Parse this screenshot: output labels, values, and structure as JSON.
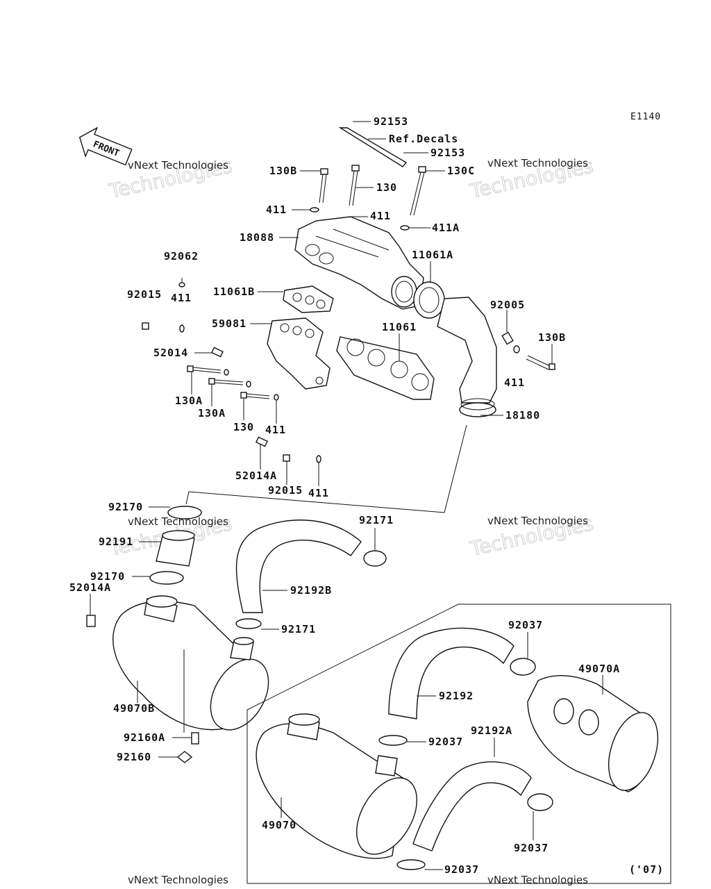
{
  "diagram_code": "E1140",
  "front_label": "FRONT",
  "variant_note": "('07)",
  "watermark": {
    "line1": "vNext Technologies",
    "line2": "vNext Technologies"
  },
  "labels": {
    "p92153_top": "92153",
    "ref_decals": "Ref.Decals",
    "p92153_mid": "92153",
    "p130B_top": "130B",
    "p130_top": "130",
    "p130C": "130C",
    "p411_a": "411",
    "p411_b": "411",
    "p411A": "411A",
    "p18088": "18088",
    "p11061A": "11061A",
    "p92062": "92062",
    "p92015_a": "92015",
    "p411_c": "411",
    "p11061B": "11061B",
    "p59081": "59081",
    "p11061": "11061",
    "p92005": "92005",
    "p130B_right": "130B",
    "p52014": "52014",
    "p411_d": "411",
    "p130A_a": "130A",
    "p130A_b": "130A",
    "p130_b": "130",
    "p411_e": "411",
    "p18180": "18180",
    "p52014A_a": "52014A",
    "p92015_b": "92015",
    "p411_f": "411",
    "p92170_a": "92170",
    "p92171_a": "92171",
    "p92191": "92191",
    "p92192B": "92192B",
    "p92170_b": "92170",
    "p52014A_b": "52014A",
    "p92171_b": "92171",
    "p49070B": "49070B",
    "p92160A": "92160A",
    "p92160": "92160",
    "p92037_a": "92037",
    "p49070A": "49070A",
    "p92192": "92192",
    "p92037_b": "92037",
    "p92192A": "92192A",
    "p49070": "49070",
    "p92037_c": "92037",
    "p92037_d": "92037"
  }
}
